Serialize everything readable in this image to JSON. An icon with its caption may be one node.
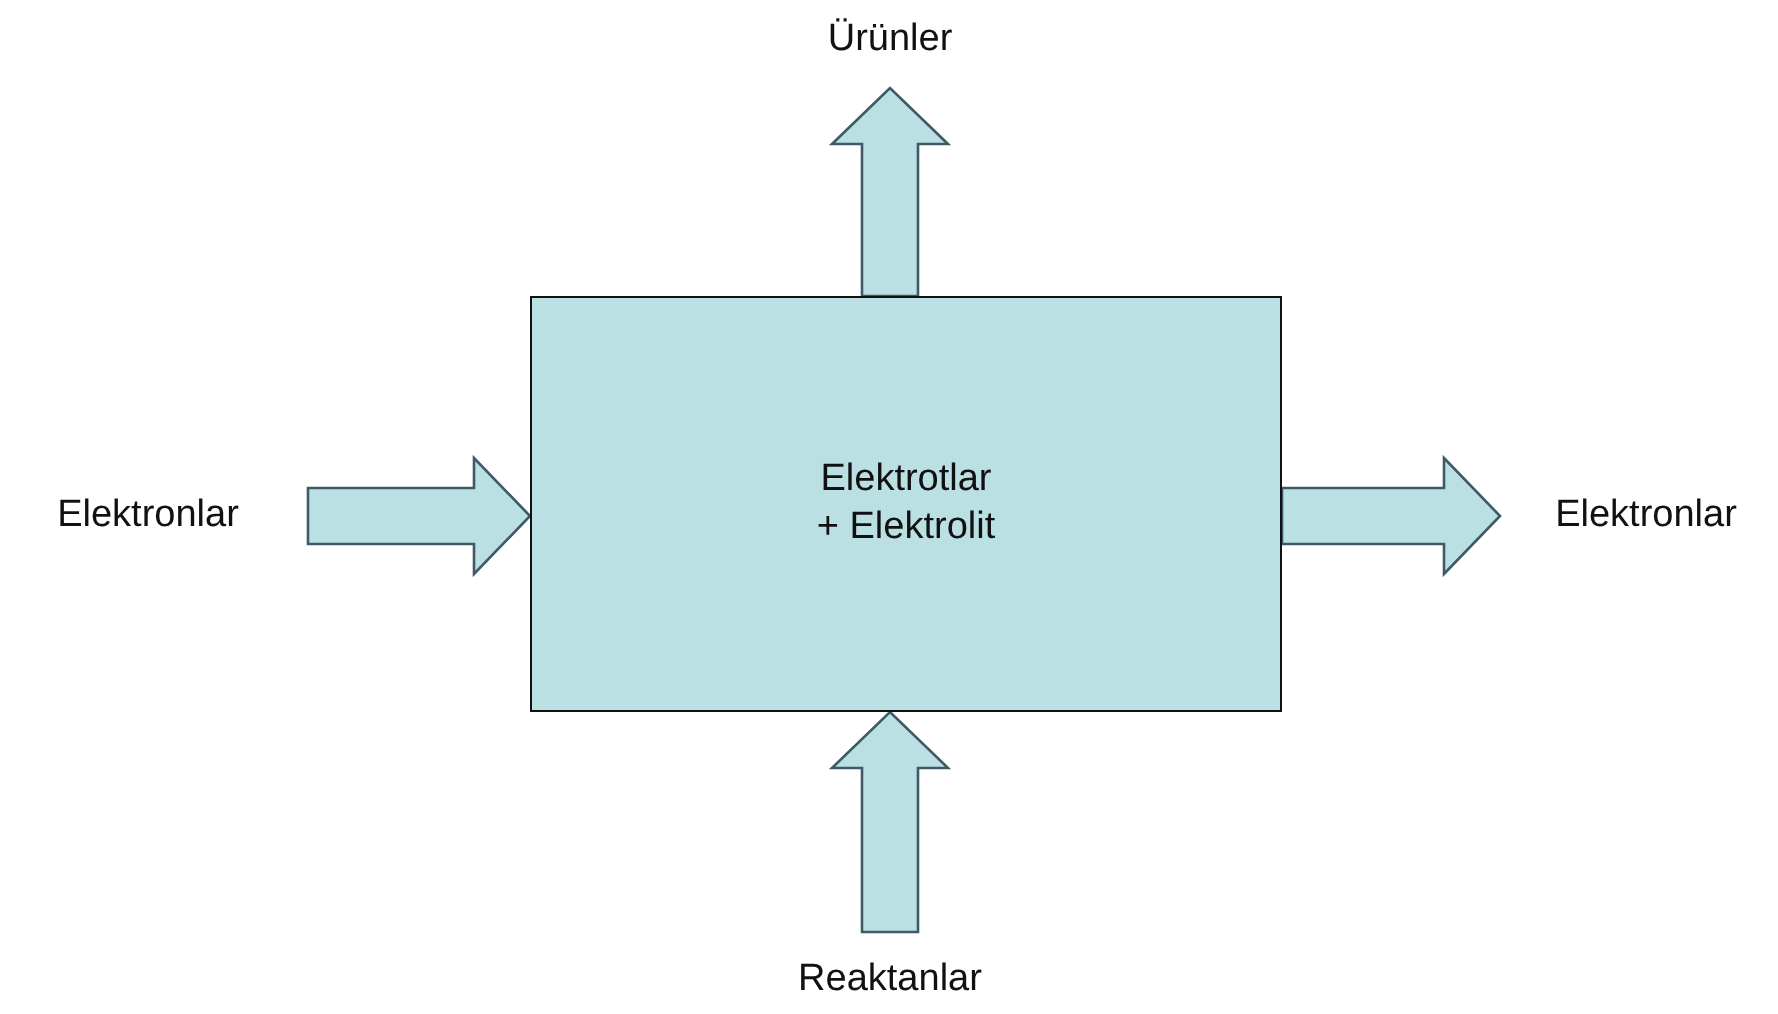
{
  "diagram": {
    "nodes": [
      {
        "text": [
          "Elektrotlar + Elektrolit"
        ]
      },
      {
        "text": [
          "Ürünler"
        ]
      },
      {
        "text": [
          "Elektronlar"
        ]
      },
      {
        "text": [
          "Elektronlar"
        ]
      },
      {
        "text": [
          "Reaktanlar"
        ]
      }
    ],
    "edges": [
      {
        "from": 0,
        "to": 1,
        "arrow": "to"
      },
      {
        "from": 2,
        "to": 0,
        "arrow": "to"
      },
      {
        "from": 0,
        "to": 3,
        "arrow": "to"
      },
      {
        "from": 4,
        "to": 0,
        "arrow": "to"
      }
    ]
  }
}
